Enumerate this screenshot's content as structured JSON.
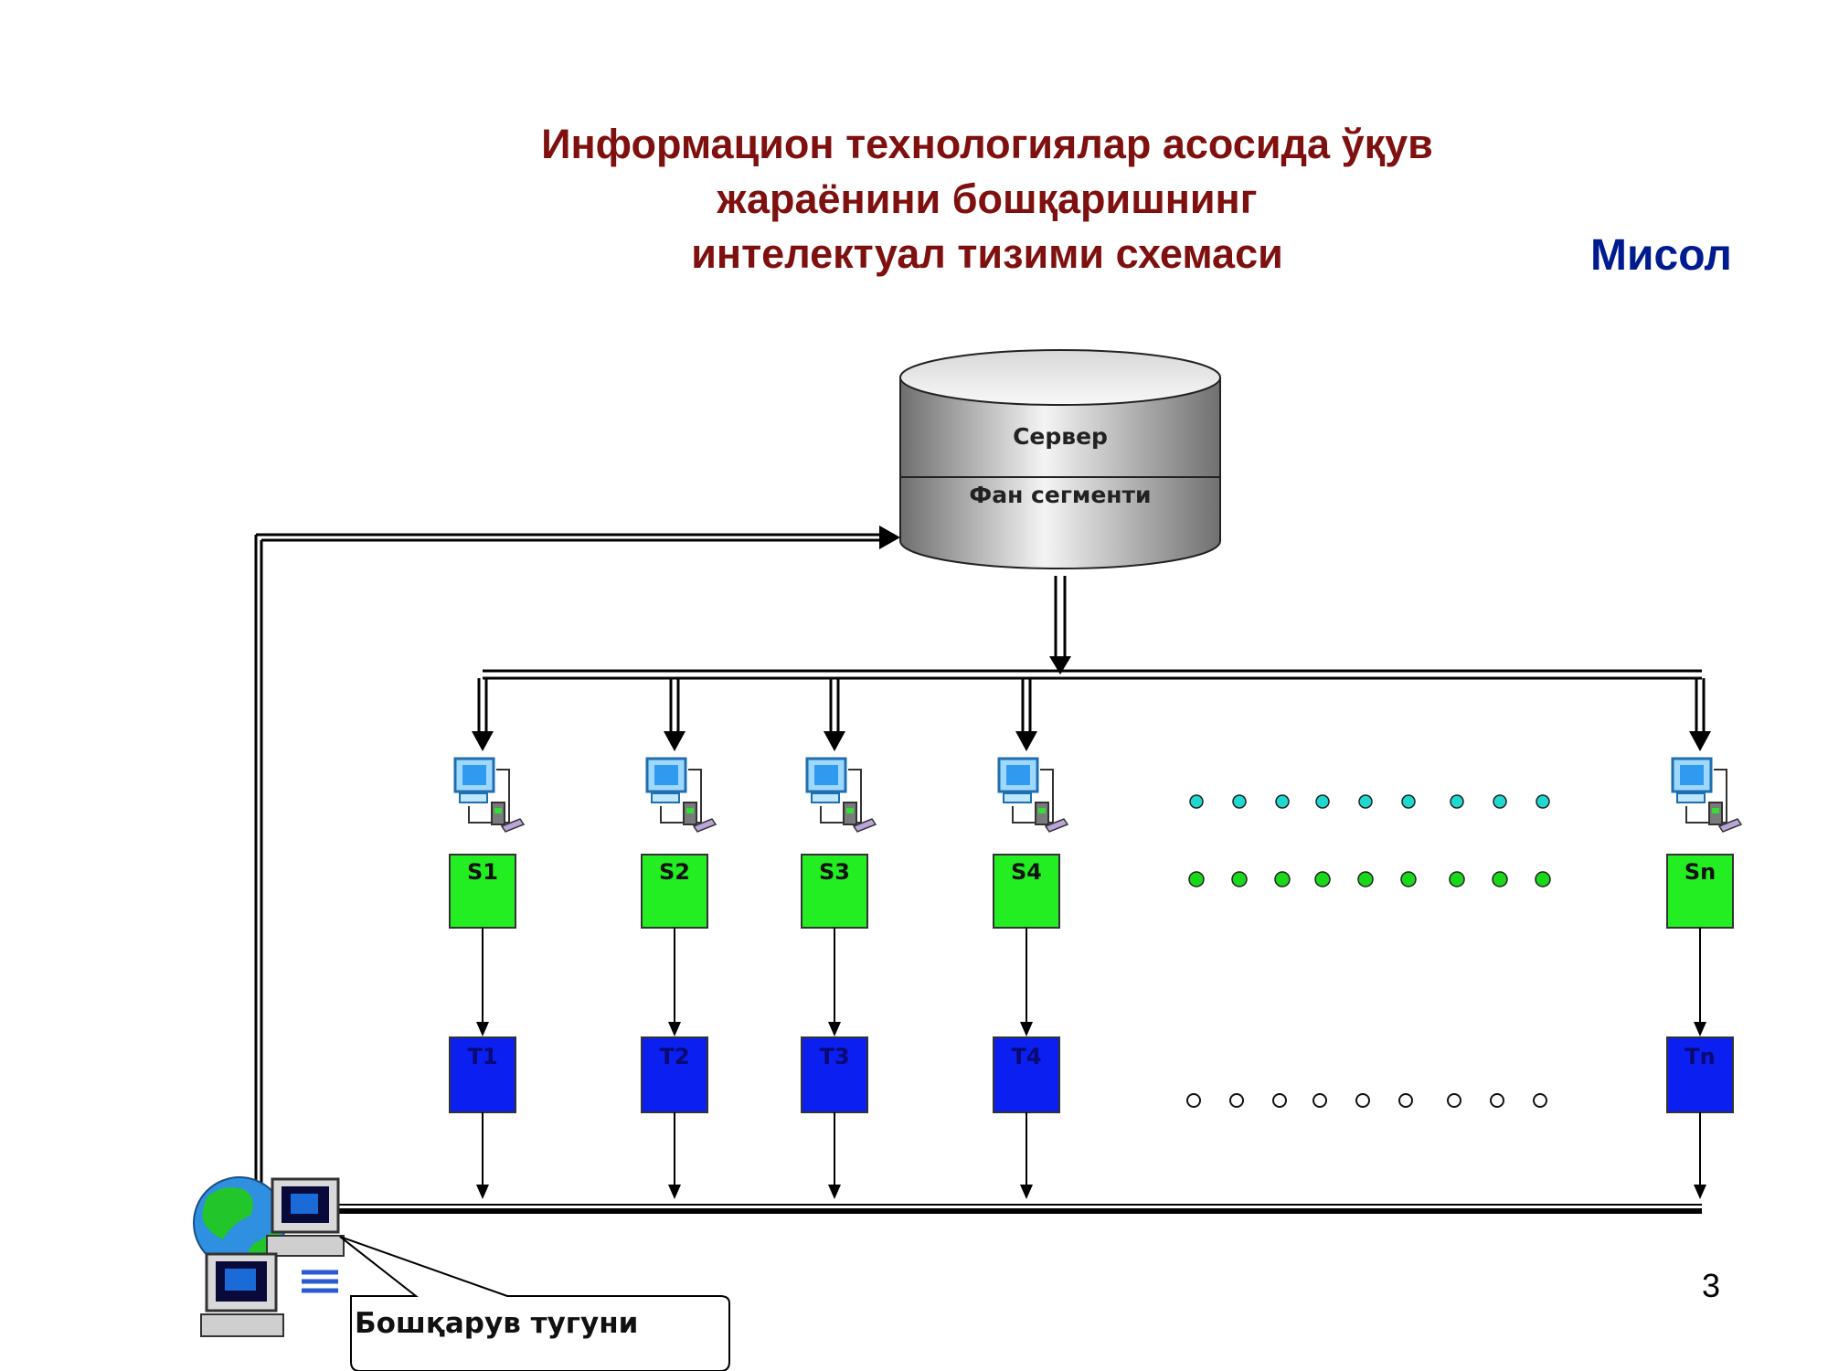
{
  "title": {
    "line1": "Информацион технологиялар асосида ўқув",
    "line2": "жараёнини бошқаришнинг",
    "line3": "интелектуал тизими схемаси"
  },
  "tag": "Мисол",
  "page_number": "3",
  "server": {
    "label": "Сервер",
    "segment_label": "Фан сегменти"
  },
  "control_node": {
    "label": "Бошқарув тугуни",
    "icon": "network-globe-computers-icon"
  },
  "students": [
    "S1",
    "S2",
    "S3",
    "S4",
    "Sn"
  ],
  "tasks": [
    "T1",
    "T2",
    "T3",
    "T4",
    "Tn"
  ],
  "workstation_icon": "workstation-icon",
  "ellipsis_dot_colors": {
    "row1": "#1fd8d0",
    "row2": "#19d819",
    "row3": "#ffffff"
  },
  "colors": {
    "student_box": "#22ee22",
    "task_box": "#0a1ff0",
    "title": "#7f1010",
    "tag": "#001a8f"
  }
}
